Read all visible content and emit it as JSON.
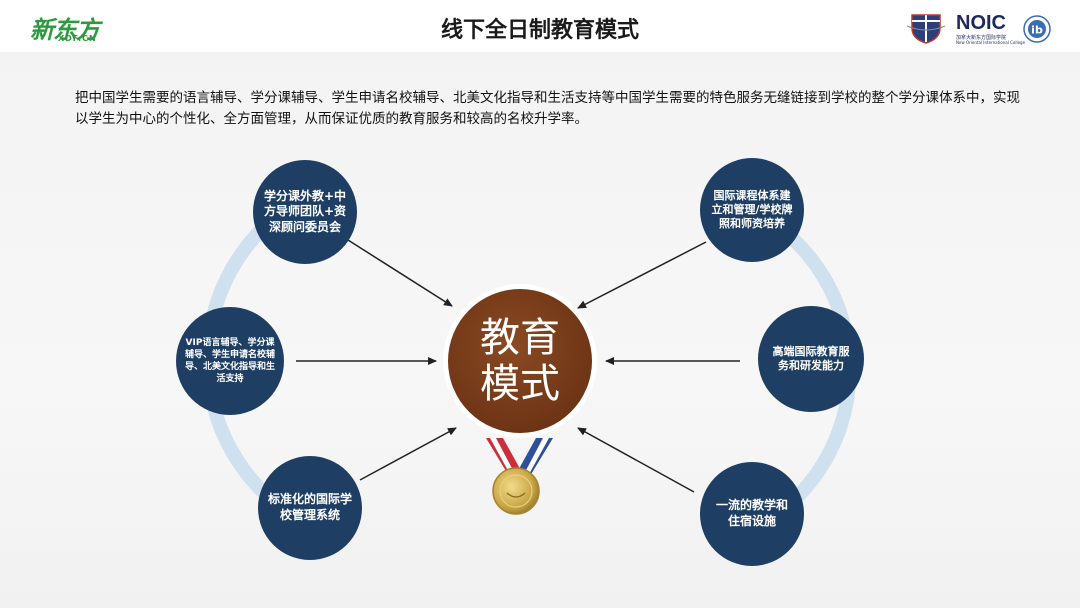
{
  "header": {
    "title": "线下全日制教育模式",
    "logo_left": {
      "main": "新东方",
      "sub": "XDF.CN"
    },
    "logo_right": {
      "name": "NOIC",
      "sub1": "加拿大新东方国际学院",
      "sub2": "New Oriental International College",
      "badge": "ib"
    }
  },
  "intro": "把中国学生需要的语言辅导、学分课辅导、学生申请名校辅导、北美文化指导和生活支持等中国学生需要的特色服务无缝链接到学校的整个学分课体系中，实现以学生为中心的个性化、全方面管理，从而保证优质的教育服务和较高的名校升学率。",
  "center": {
    "label": "教育模式",
    "line1": "教育",
    "line2": "模式"
  },
  "nodes": {
    "left_top": "学分课外教+中方导师团队+资深顾问委员会",
    "left_mid": "VIP语言辅导、学分课辅导、学生申请名校辅导、北美文化指导和生活支持",
    "left_bottom": "标准化的国际学校管理系统",
    "right_top": "国际课程体系建立和管理/学校牌照和师资培养",
    "right_mid": "高端国际教育服务和研发能力",
    "right_bottom": "一流的教学和住宿设施"
  },
  "colors": {
    "node_fill": "#1e3f63",
    "center_fill": "#7a3e1a",
    "ring": "#cfe0ef",
    "ribbon_red": "#c9303a",
    "ribbon_blue": "#2f4f9a",
    "medal": "#c9a646"
  }
}
